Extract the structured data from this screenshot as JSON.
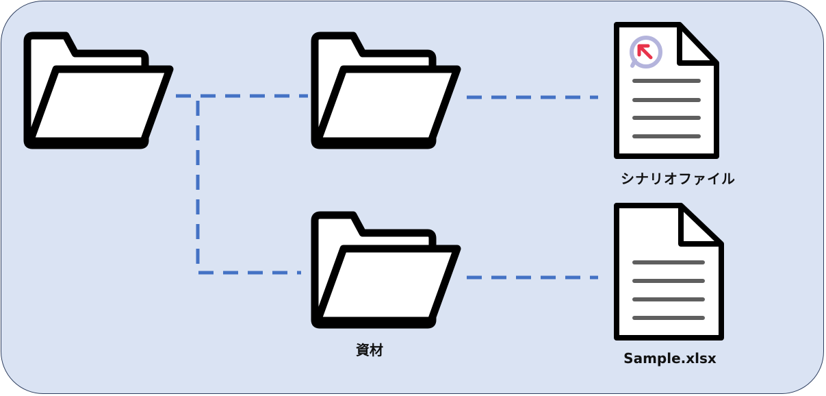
{
  "files": {
    "scenario_label": "シナリオファイル",
    "sample_label": "Sample.xlsx"
  },
  "folders": {
    "materials_label": "資材"
  },
  "colors": {
    "background": "#dae3f3",
    "connector": "#4472c4",
    "accent_ring": "#b4b4dc",
    "accent_arrow": "#e8334a",
    "icon_stroke": "#000000",
    "doc_lines": "#5f5f5f"
  },
  "icons": {
    "root_folder": "folder-open-icon",
    "child_folder_1": "folder-open-icon",
    "child_folder_2": "folder-open-icon",
    "scenario_file": "document-with-arrow-badge-icon",
    "sample_file": "document-icon"
  }
}
